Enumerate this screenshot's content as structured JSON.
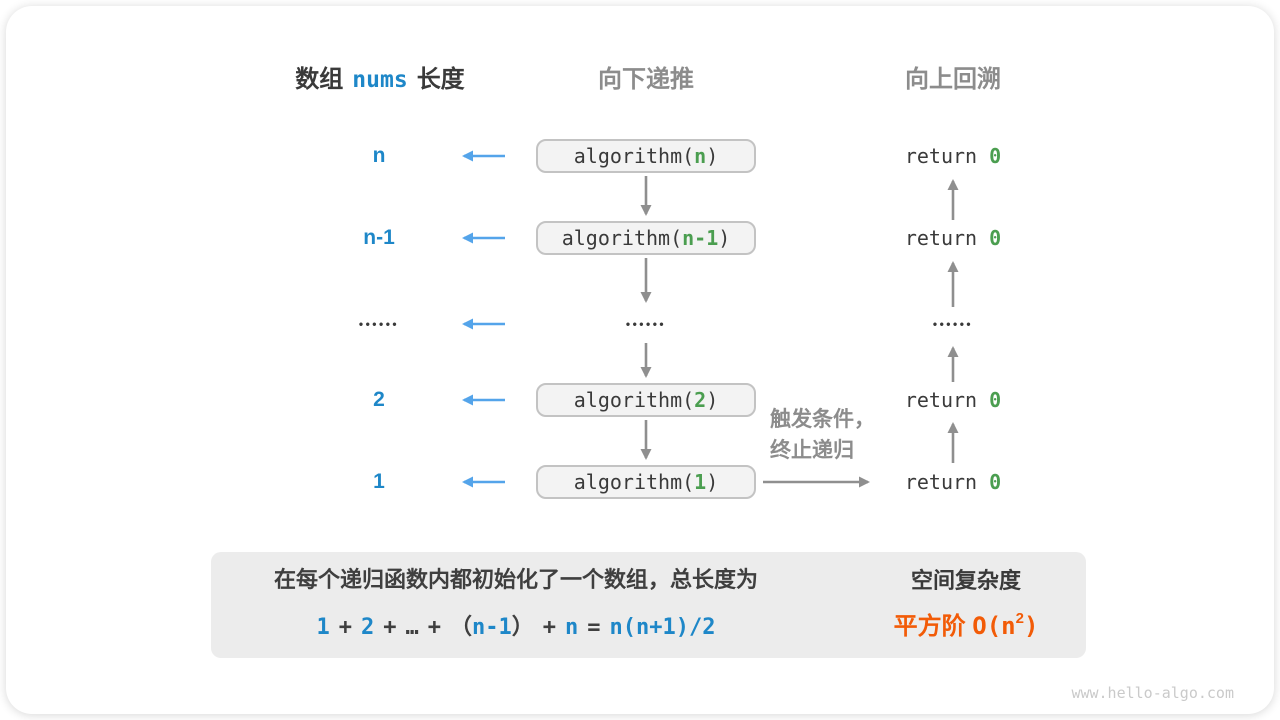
{
  "accent_colors": {
    "blue": "#1e87c8",
    "light_blue_arrow": "#54a4ea",
    "green": "#4b9e50",
    "orange": "#f25b07",
    "gray": "#8c8c8c"
  },
  "header": {
    "array_label_prefix": "数组",
    "array_label_code": "nums",
    "array_label_suffix": "长度",
    "recurse_down": "向下递推",
    "backtrack_up": "向上回溯"
  },
  "rows": [
    {
      "length_label": "n",
      "call_prefix": "algorithm(",
      "call_arg": "n",
      "call_suffix": ")",
      "return_prefix": "return ",
      "return_value": "0"
    },
    {
      "length_label": "n-1",
      "call_prefix": "algorithm(",
      "call_arg": "n-1",
      "call_suffix": ")",
      "return_prefix": "return ",
      "return_value": "0"
    },
    {
      "ellipsis": "••••••"
    },
    {
      "length_label": "2",
      "call_prefix": "algorithm(",
      "call_arg": "2",
      "call_suffix": ")",
      "return_prefix": "return ",
      "return_value": "0"
    },
    {
      "length_label": "1",
      "call_prefix": "algorithm(",
      "call_arg": "1",
      "call_suffix": ")",
      "return_prefix": "return ",
      "return_value": "0"
    }
  ],
  "trigger_note": {
    "line1": "触发条件，",
    "line2": "终止递归"
  },
  "summary": {
    "description": "在每个递归函数内都初始化了一个数组，总长度为",
    "formula": [
      {
        "text": "1"
      },
      {
        "text": "+"
      },
      {
        "text": "2"
      },
      {
        "text": "+"
      },
      {
        "text": "…"
      },
      {
        "text": "+"
      },
      {
        "text": "（"
      },
      {
        "text": "n-1"
      },
      {
        "text": "）"
      },
      {
        "text": "+"
      },
      {
        "text": "n"
      },
      {
        "text": "="
      },
      {
        "text": "n(n+1)/2"
      }
    ],
    "result_title": "空间复杂度",
    "result_label": "平方阶",
    "result_big_o_prefix": "O(n",
    "result_exponent": "2",
    "result_big_o_suffix": ")"
  },
  "watermark": "www.hello-algo.com"
}
